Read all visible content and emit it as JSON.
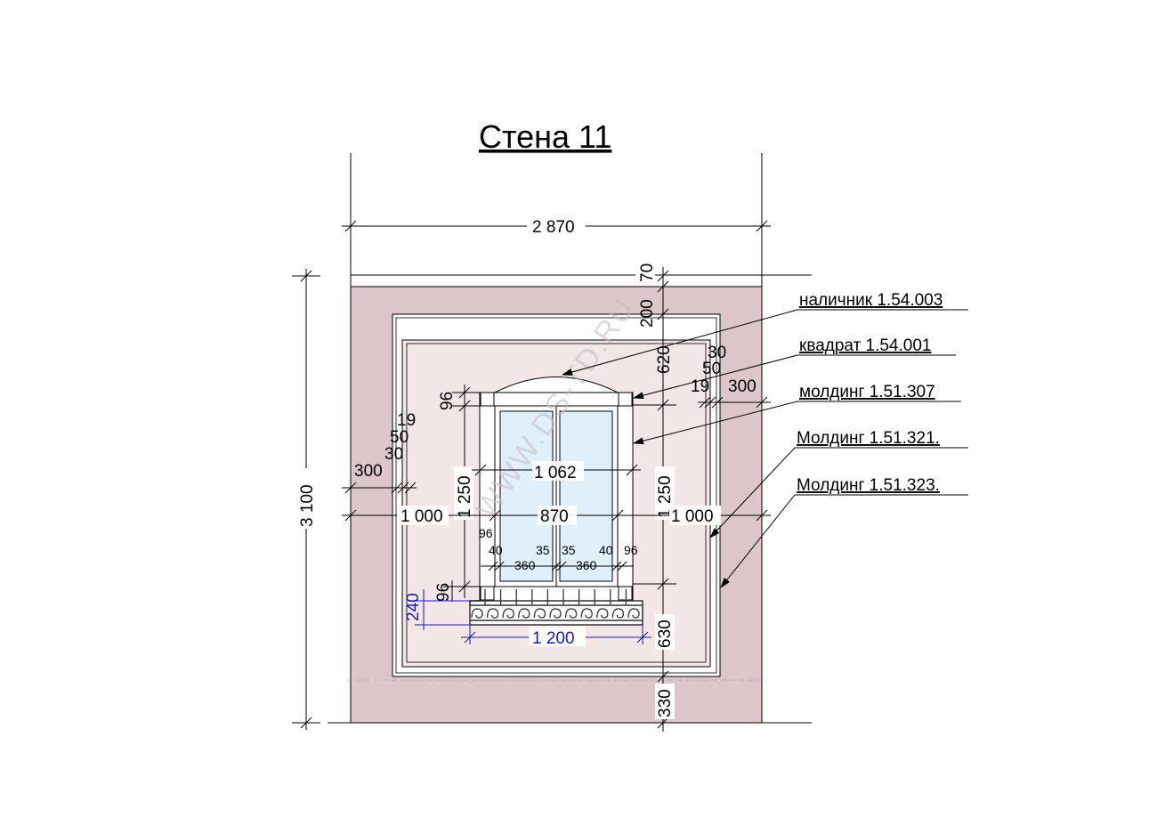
{
  "title": "Стена 11",
  "watermark": "WWW.DS-TD.RU",
  "colors": {
    "wall": "#dcc6c9",
    "panel_field": "#f2e6e7",
    "glass": "#dff0fb",
    "frame": "#ffffff",
    "line": "#000000",
    "accent_dimension": "#1a1aa8"
  },
  "dimensions": {
    "wall_width": "2 870",
    "wall_height": "3 100",
    "top_70": "70",
    "top_200": "200",
    "right_620": "620",
    "right_30": "30",
    "right_50": "50",
    "right_19": "19",
    "right_300": "300",
    "left_19": "19",
    "left_50": "50",
    "left_30": "30",
    "left_300": "300",
    "window_height_left": "1 250",
    "window_height_right": "1 250",
    "inner_width": "1 062",
    "window_width": "870",
    "left_1000": "1 000",
    "right_1000": "1 000",
    "top_96": "96",
    "side_96": "96",
    "bottom_96": "96",
    "right_96": "96",
    "w40_left": "40",
    "w35_left": "35",
    "w35_right": "35",
    "w40_right": "40",
    "sash_left": "360",
    "sash_right": "360",
    "below_630": "630",
    "bottom_330": "330",
    "railing_width": "1 200",
    "railing_height": "240"
  },
  "callouts": [
    {
      "label": "наличник 1.54.003"
    },
    {
      "label": "квадрат 1.54.001"
    },
    {
      "label": "молдинг 1.51.307"
    },
    {
      "label": "Молдинг 1.51.321."
    },
    {
      "label": "Молдинг 1.51.323."
    }
  ]
}
